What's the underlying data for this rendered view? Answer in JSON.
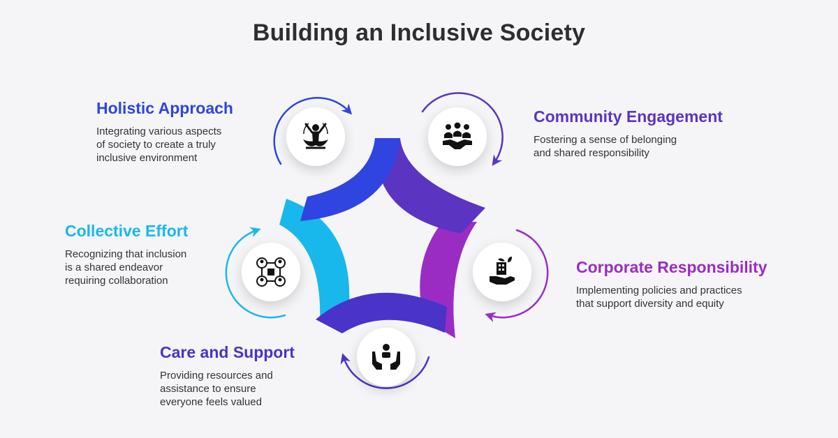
{
  "title": "Building an Inclusive Society",
  "colors": {
    "blue": "#2f44e0",
    "purple": "#5b34c2",
    "cyan": "#19b8ec",
    "magenta": "#9a2cc4",
    "indigo": "#4a33c8",
    "background": "#f5f5f7",
    "circle": "#ffffff"
  },
  "items": {
    "holistic": {
      "title": "Holistic Approach",
      "desc": [
        "Integrating various aspects",
        "of society to create a truly",
        "inclusive environment"
      ],
      "icon": "meditation-person-icon"
    },
    "community": {
      "title": "Community Engagement",
      "desc": [
        "Fostering a sense of belonging",
        "and shared responsibility"
      ],
      "icon": "handshake-group-icon"
    },
    "collective": {
      "title": "Collective Effort",
      "desc": [
        "Recognizing that inclusion",
        "is a shared endeavor",
        "requiring collaboration"
      ],
      "icon": "connected-people-icon"
    },
    "corporate": {
      "title": "Corporate Responsibility",
      "desc": [
        "Implementing policies and practices",
        "that support diversity and equity"
      ],
      "icon": "hand-building-icon"
    },
    "care": {
      "title": "Care and Support",
      "desc": [
        "Providing resources and",
        "assistance to ensure",
        "everyone feels valued"
      ],
      "icon": "hands-support-person-icon"
    }
  }
}
